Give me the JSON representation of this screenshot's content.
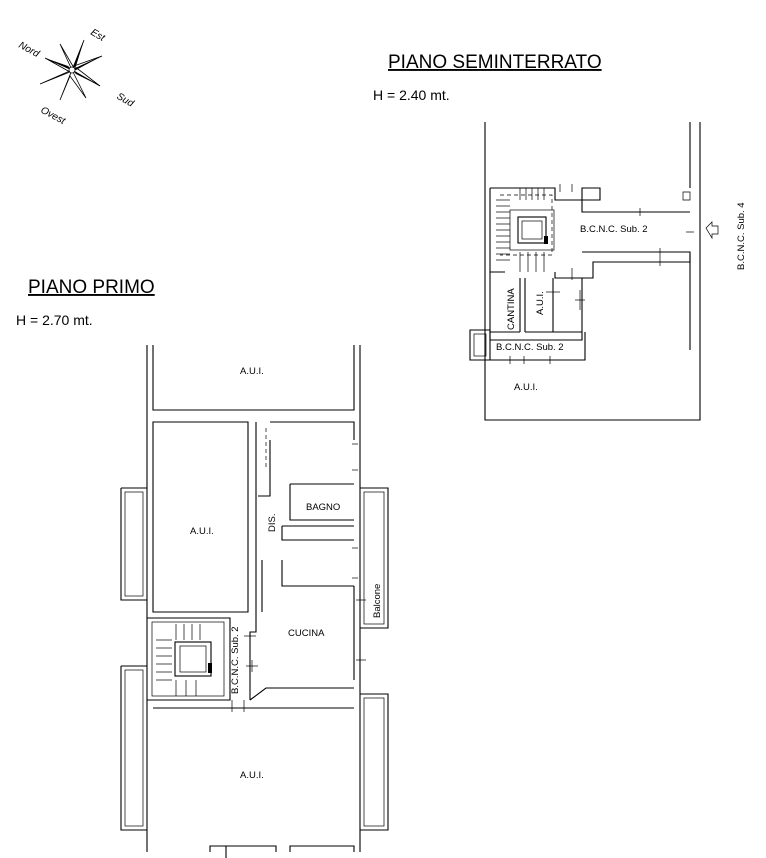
{
  "compass": {
    "north": "Nord",
    "east": "Est",
    "south": "Sud",
    "west": "Ovest"
  },
  "basement": {
    "title": "PIANO SEMINTERRATO",
    "height": "H = 2.40 mt.",
    "rooms": {
      "bcnc_main": "B.C.N.C. Sub. 2",
      "bcnc_lower": "B.C.N.C. Sub. 2",
      "cantina": "CANTINA",
      "aui_small": "A.U.I.",
      "aui_bottom": "A.U.I.",
      "bcnc_sub4": "B.C.N.C. Sub. 4"
    }
  },
  "first_floor": {
    "title": "PIANO PRIMO",
    "height": "H = 2.70 mt.",
    "rooms": {
      "aui_top": "A.U.I.",
      "aui_left": "A.U.I.",
      "aui_bottom": "A.U.I.",
      "bagno": "BAGNO",
      "dis": "DIS.",
      "cucina": "CUCINA",
      "balcone": "Balcone",
      "bcnc": "B.C.N.C. Sub. 2"
    }
  }
}
